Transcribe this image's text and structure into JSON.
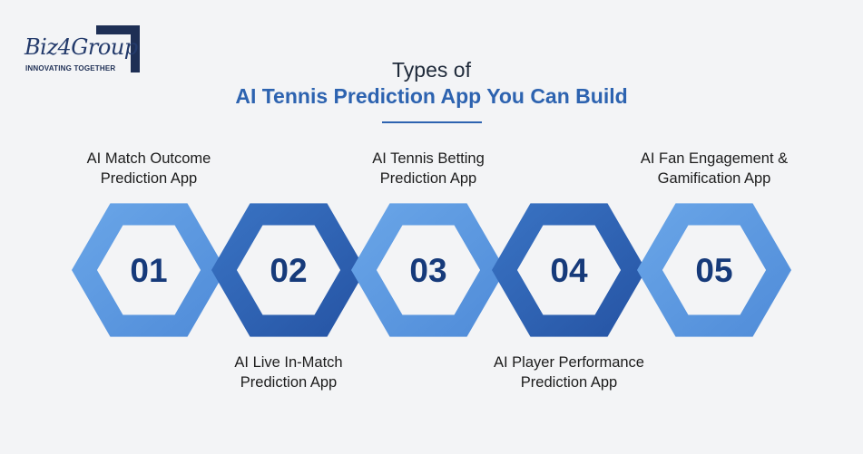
{
  "logo": {
    "name": "Biz4Group",
    "tagline": "INNOVATING TOGETHER"
  },
  "header": {
    "line1": "Types of",
    "line2": "AI Tennis Prediction App You Can Build"
  },
  "colors": {
    "background": "#f3f4f6",
    "accent": "#2d63b0",
    "hex_light": "#5e9be0",
    "hex_dark": "#2b5fb0",
    "hex_fill": "#f3f4f6",
    "number": "#163a7a"
  },
  "steps": [
    {
      "number": "01",
      "title_line1": "AI Match Outcome",
      "title_line2": "Prediction App",
      "caption_position": "top"
    },
    {
      "number": "02",
      "title_line1": "AI Live In-Match",
      "title_line2": "Prediction App",
      "caption_position": "bottom"
    },
    {
      "number": "03",
      "title_line1": "AI Tennis Betting",
      "title_line2": "Prediction App",
      "caption_position": "top"
    },
    {
      "number": "04",
      "title_line1": "AI Player Performance",
      "title_line2": "Prediction App",
      "caption_position": "bottom"
    },
    {
      "number": "05",
      "title_line1": "AI Fan Engagement &",
      "title_line2": "Gamification App",
      "caption_position": "top"
    }
  ]
}
